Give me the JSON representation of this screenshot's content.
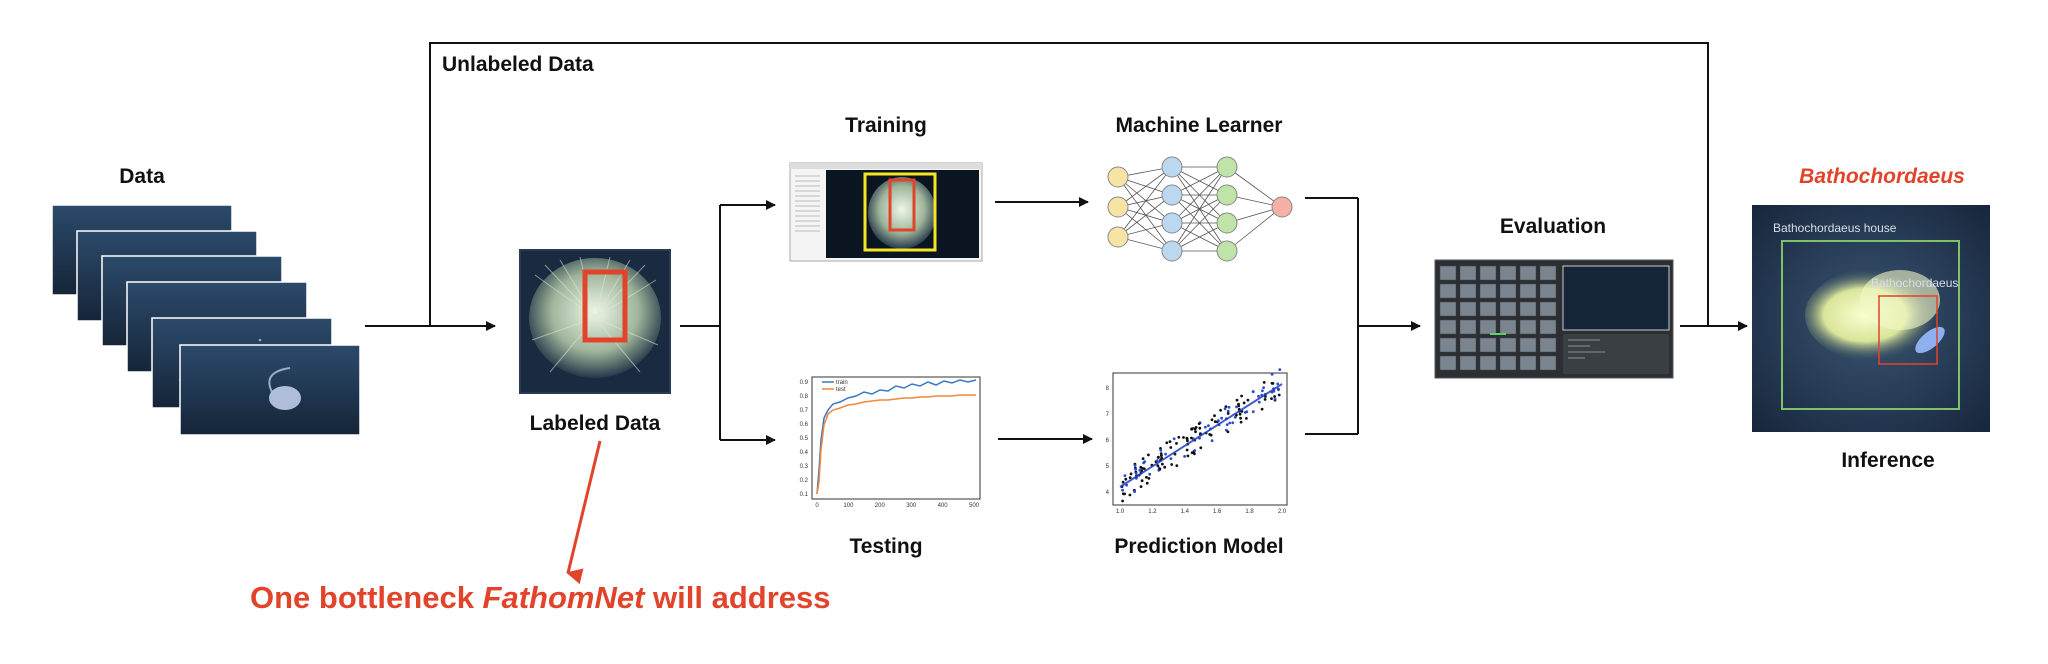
{
  "labels": {
    "unlabeled_data": "Unlabeled Data",
    "data": "Data",
    "labeled_data": "Labeled Data",
    "training": "Training",
    "testing": "Testing",
    "machine_learner": "Machine Learner",
    "prediction_model": "Prediction Model",
    "evaluation": "Evaluation",
    "inference": "Inference",
    "species_title": "Bathochordaeus"
  },
  "inference_image": {
    "box_label_house": "Bathochordaeus house",
    "box_label_animal": "Bathochordaeus"
  },
  "callout": {
    "prefix": "One bottleneck ",
    "emphasis": "FathomNet",
    "suffix": " will address"
  },
  "training_chart": {
    "legend": [
      "train",
      "test"
    ],
    "y_ticks": [
      "0.9",
      "0.8",
      "0.7",
      "0.6",
      "0.5",
      "0.4",
      "0.3",
      "0.2",
      "0.1"
    ],
    "x_ticks": [
      "0",
      "100",
      "200",
      "300",
      "400",
      "500"
    ]
  },
  "prediction_chart": {
    "y_ticks": [
      "8",
      "7",
      "6",
      "5",
      "4"
    ],
    "x_ticks": [
      "1.0",
      "1.2",
      "1.4",
      "1.6",
      "1.8",
      "2.0"
    ]
  },
  "colors": {
    "accent_red": "#e1442a",
    "box_yellow": "#f4e626",
    "box_green": "#7fc06a",
    "line_blue": "#3a78c2",
    "line_orange": "#f2883a"
  }
}
